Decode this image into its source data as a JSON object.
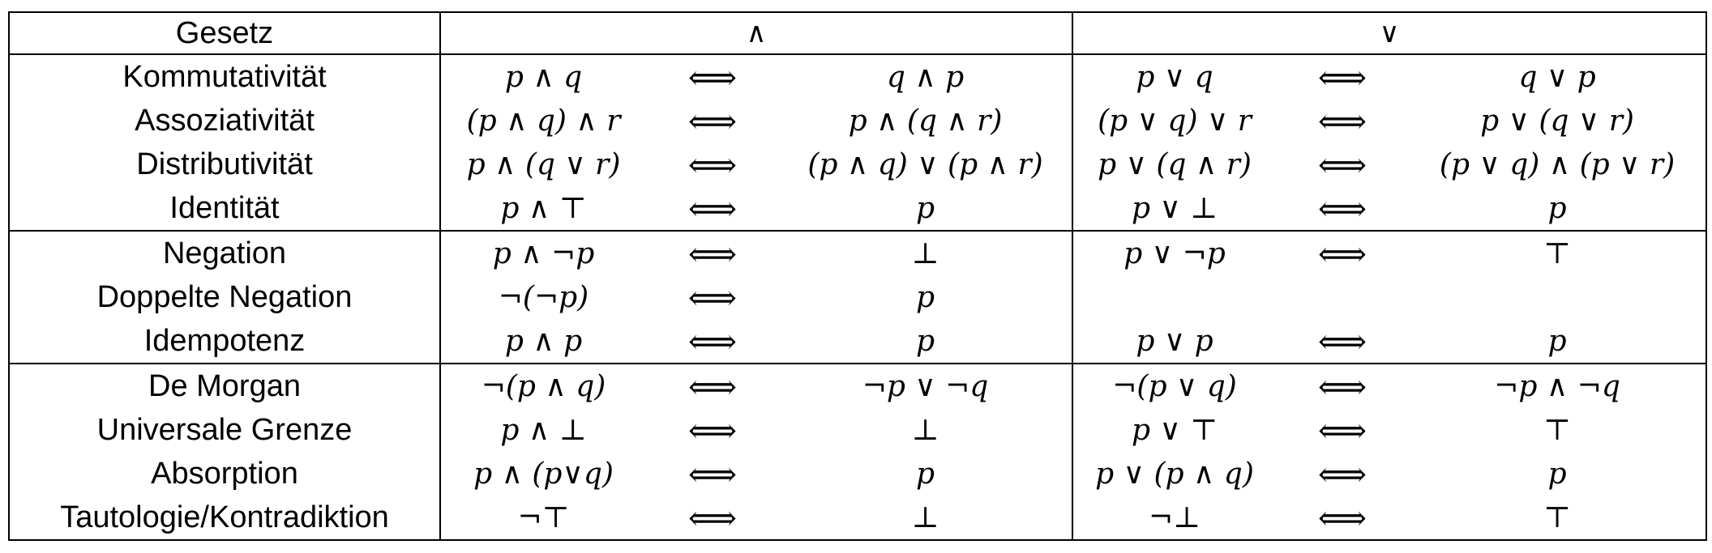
{
  "header": {
    "law_label": "Gesetz",
    "and_symbol": "∧",
    "or_symbol": "∨"
  },
  "equivalence_symbol": "⟺",
  "groups": [
    [
      {
        "name": "Kommutativität",
        "and_lhs": "p ∧ q",
        "and_rhs": "q ∧ p",
        "or_lhs": "p ∨ q",
        "or_rhs": "q ∨ p"
      },
      {
        "name": "Assoziativität",
        "and_lhs": "(p ∧ q) ∧ r",
        "and_rhs": "p ∧ (q ∧ r)",
        "or_lhs": "(p ∨ q) ∨ r",
        "or_rhs": "p ∨ (q ∨ r)"
      },
      {
        "name": "Distributivität",
        "and_lhs": "p ∧ (q ∨ r)",
        "and_rhs": "(p ∧ q) ∨ (p ∧ r)",
        "or_lhs": "p ∨ (q ∧ r)",
        "or_rhs": "(p ∨ q) ∧ (p ∨ r)"
      },
      {
        "name": "Identität",
        "and_lhs": "p ∧ ⊤",
        "and_rhs": "p",
        "or_lhs": "p ∨ ⊥",
        "or_rhs": "p"
      }
    ],
    [
      {
        "name": "Negation",
        "and_lhs": "p ∧ ¬p",
        "and_rhs": "⊥",
        "or_lhs": "p ∨ ¬p",
        "or_rhs": "⊤"
      },
      {
        "name": "Doppelte Negation",
        "and_lhs": "¬(¬p)",
        "and_rhs": "p",
        "or_lhs": "",
        "or_rhs": ""
      },
      {
        "name": "Idempotenz",
        "and_lhs": "p ∧ p",
        "and_rhs": "p",
        "or_lhs": "p ∨ p",
        "or_rhs": "p"
      }
    ],
    [
      {
        "name": "De Morgan",
        "and_lhs": "¬(p ∧ q)",
        "and_rhs": "¬p ∨ ¬q",
        "or_lhs": "¬(p ∨ q)",
        "or_rhs": "¬p ∧ ¬q"
      },
      {
        "name": "Universale Grenze",
        "and_lhs": "p ∧ ⊥",
        "and_rhs": "⊥",
        "or_lhs": "p ∨ ⊤",
        "or_rhs": "⊤"
      },
      {
        "name": "Absorption",
        "and_lhs": "p ∧ (p∨q)",
        "and_rhs": "p",
        "or_lhs": "p ∨ (p ∧ q)",
        "or_rhs": "p"
      },
      {
        "name": "Tautologie/Kontradiktion",
        "and_lhs": "¬⊤",
        "and_rhs": "⊥",
        "or_lhs": "¬⊥",
        "or_rhs": "⊤"
      }
    ]
  ]
}
